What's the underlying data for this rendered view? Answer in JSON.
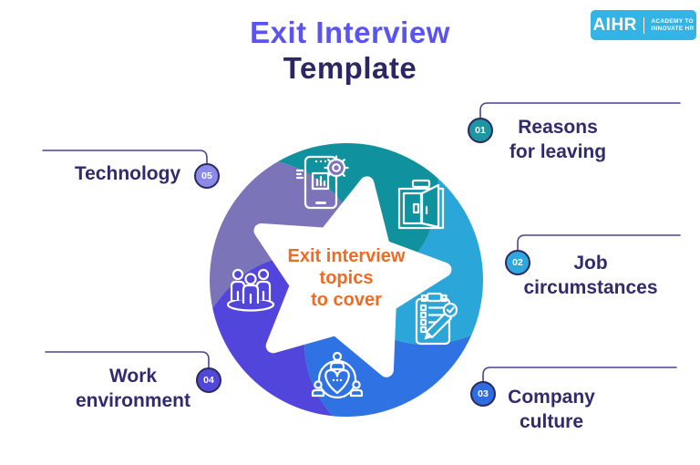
{
  "header": {
    "title_line1": "Exit Interview",
    "title_line2": "Template"
  },
  "logo": {
    "brand": "AIHR",
    "tagline_line1": "ACADEMY TO",
    "tagline_line2": "INNOVATE HR"
  },
  "center": {
    "line1": "Exit interview",
    "line2": "topics",
    "line3": "to cover"
  },
  "topics": [
    {
      "number": "01",
      "line1": "Reasons",
      "line2": "for leaving",
      "color": "#1d96a4",
      "icon": "exit-door-icon"
    },
    {
      "number": "02",
      "line1": "Job",
      "line2": "circumstances",
      "color": "#2ea7e0",
      "icon": "clipboard-pen-icon"
    },
    {
      "number": "03",
      "line1": "Company",
      "line2": "culture",
      "color": "#2f6ce2",
      "icon": "heart-people-icon"
    },
    {
      "number": "04",
      "line1": "Work",
      "line2": "environment",
      "color": "#5148d8",
      "icon": "team-icon"
    },
    {
      "number": "05",
      "line1": "Technology",
      "line2": "",
      "color": "#8c89ea",
      "icon": "phone-gear-icon"
    }
  ],
  "colors": {
    "title_accent": "#5a54f0",
    "title_dark": "#2b2664",
    "label_text": "#312b6b",
    "center_text": "#f26a22",
    "connector": "#4a4392",
    "logo_bg": "#33b3e6",
    "badge_ring": "#2b2a5e",
    "blade_teal": "#10919e",
    "blade_cyan": "#2ba6d8",
    "blade_blue": "#2e72e4",
    "blade_indigo": "#5145dc",
    "blade_purple": "#7b74b8"
  }
}
